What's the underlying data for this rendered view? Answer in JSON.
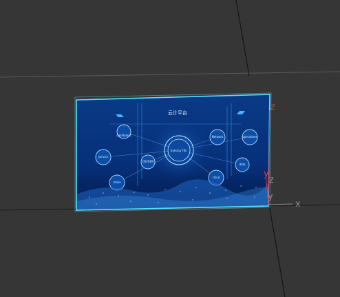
{
  "viewport": {
    "background": "#363636",
    "grid_line_color": "#1a1a1a",
    "grid_light_color": "#5a5a5a"
  },
  "plane": {
    "title": "云计平台",
    "center_label": "Jiuhong TEC",
    "nodes": [
      {
        "label": "dashboard"
      },
      {
        "label": "Network"
      },
      {
        "label": "operations"
      },
      {
        "label": "service"
      },
      {
        "label": "OSTERR"
      },
      {
        "label": "data"
      },
      {
        "label": "share"
      },
      {
        "label": "cloud"
      }
    ],
    "selection_color": "#57e0ff",
    "background_top": "#0a3a86",
    "background_bottom": "#041a4a"
  },
  "gizmo": {
    "labels": {
      "x": "x",
      "y": "y",
      "z": "z"
    },
    "colors": {
      "x": "#8c8c8c",
      "y": "#e03a3a",
      "z": "#e03a3a",
      "z_light": "#8c8c8c"
    },
    "secondary_labels": {
      "y": "y",
      "z": "z"
    }
  }
}
